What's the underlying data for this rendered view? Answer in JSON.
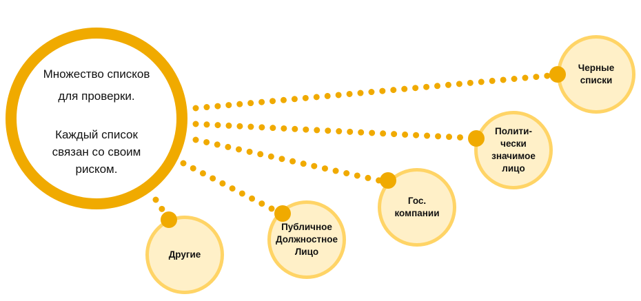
{
  "main": {
    "line1": "Множество списков",
    "line2": "для проверки.",
    "line3": "Каждый список",
    "line4": "связан со своим",
    "line5": "риском."
  },
  "nodes": {
    "blacklists": "Черные\nсписки",
    "pep": "Полити-\nчески\nзначимое\nлицо",
    "state_companies": "Гос.\nкомпании",
    "public_official": "Публичное\nДолжностное\nЛицо",
    "other": "Другие"
  },
  "colors": {
    "accent": "#F0AA00",
    "node_fill": "#FFF0C8",
    "node_border": "#FFD466"
  }
}
